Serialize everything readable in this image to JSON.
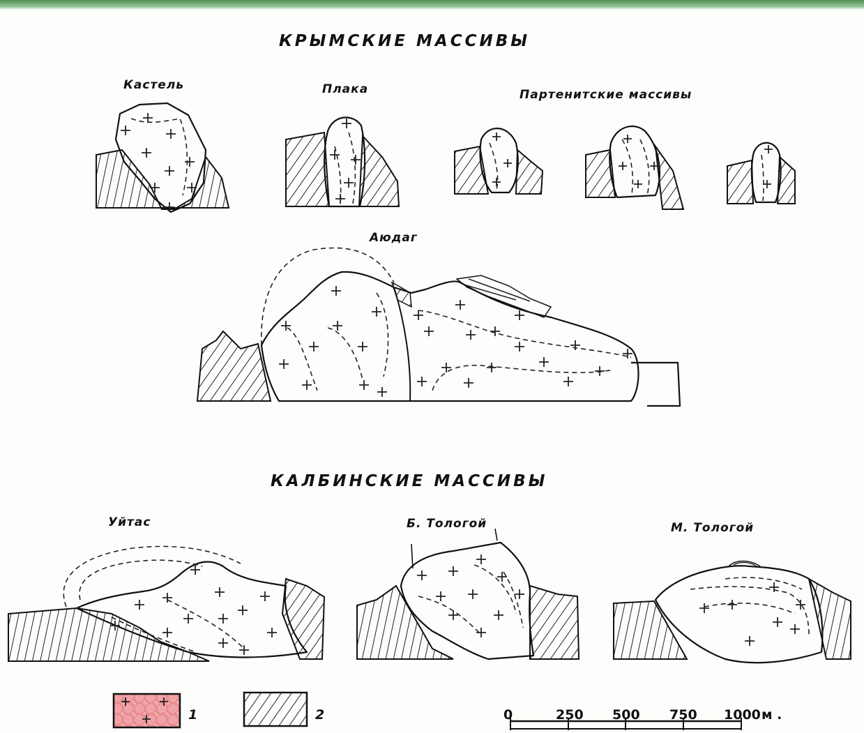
{
  "titles": {
    "crimean": "КРЫМСКИЕ МАССИВЫ",
    "kalba": "КАЛБИНСКИЕ МАССИВЫ"
  },
  "massifs": {
    "kastel": "Кастель",
    "plaka": "Плака",
    "partenit": "Партенитские массивы",
    "ayudag": "Аюдаг",
    "uytas": "Уйтас",
    "b_tologoy": "Б. Тологой",
    "m_tologoy": "М. Тологой"
  },
  "legend": [
    {
      "number": "1",
      "pattern": "granite-pink-crosses"
    },
    {
      "number": "2",
      "pattern": "diagonal-hatching"
    }
  ],
  "scale": {
    "ticks": [
      "0",
      "250",
      "500",
      "750",
      "1000"
    ],
    "unit": "м ."
  },
  "colors": {
    "intrusion": "#e8848a",
    "intrusion_light": "#f2b4b7",
    "ink": "#111111",
    "header_bar": "#4f8d54"
  }
}
